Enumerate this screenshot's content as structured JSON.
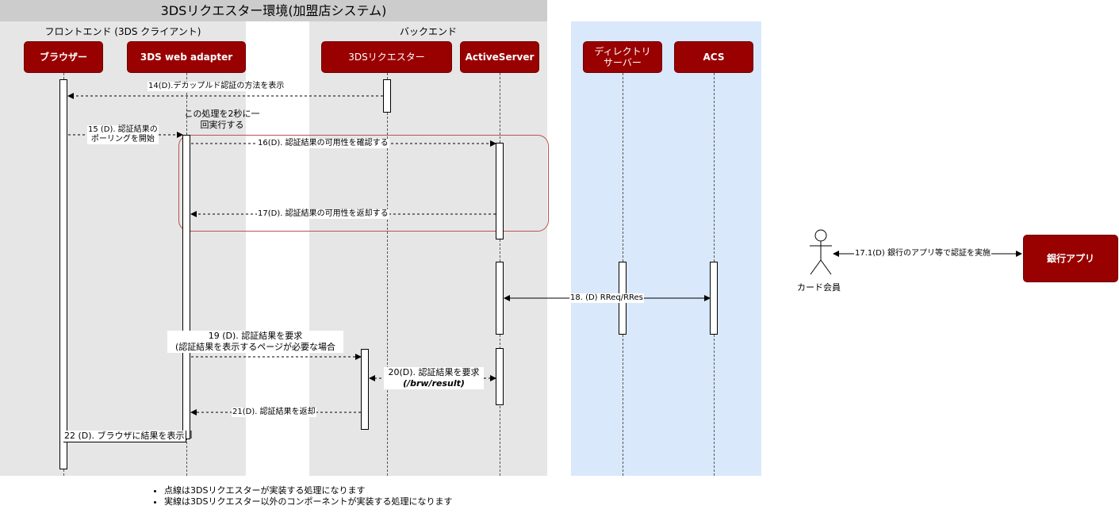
{
  "environment_title": "3DSリクエスター環境(加盟店システム)",
  "lanes": {
    "frontend": "フロントエンド (3DS クライアント)",
    "backend": "バックエンド"
  },
  "participants": {
    "browser": "ブラウザー",
    "web_adapter": "3DS web adapter",
    "requestor": "3DSリクエスター",
    "active_server": "ActiveServer",
    "directory_server": "ディレクトリ\nサーバー",
    "acs": "ACS",
    "bank_app": "銀行アプリ",
    "cardholder": "カード会員"
  },
  "loop_note": "この処理を2秒に一\n回実行する",
  "messages": {
    "m14": "14(D).デカップルド認証の方法を表示",
    "m15": "15 (D). 認証結果の\nポーリングを開始",
    "m16": "16(D). 認証結果の可用性を確認する",
    "m17": "17(D). 認証結果の可用性を返却する",
    "m17_1": "17.1(D) 銀行のアプリ等で認証を実施",
    "m18": "18. (D) RReq/RRes",
    "m19": "19 (D). 認証結果を要求\n(認証結果を表示するページが必要な場合",
    "m20_a": "20(D). 認証結果を要求",
    "m20_b": "(/brw/result)",
    "m21": "21(D). 認証結果を返却",
    "m22": "22 (D). ブラウザに結果を表示"
  },
  "legend": [
    "点線は3DSリクエスターが実装する処理になります",
    "実線は3DSリクエスター以外のコンポーネントが実装する処理になります"
  ],
  "colors": {
    "participant_box": "#990000",
    "lane_gray": "#e6e6e6",
    "lane_blue": "#dae8fc",
    "loop_border": "#b85450"
  }
}
